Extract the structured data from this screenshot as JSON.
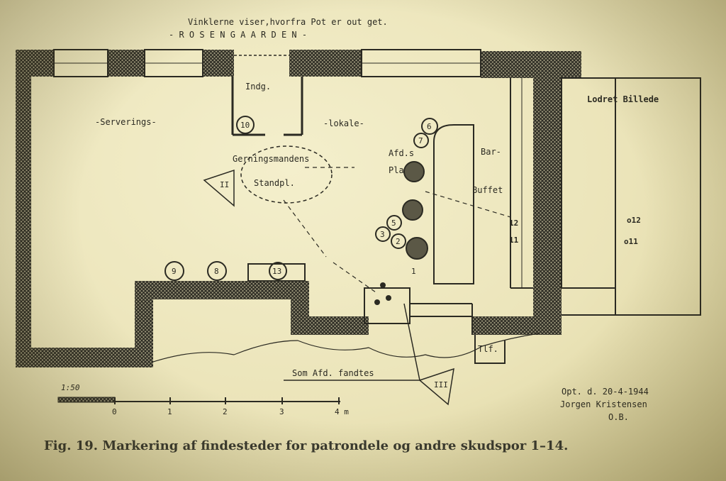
{
  "header": {
    "line1": "Vinklerne viser,hvorfra Pot  er out get.",
    "line2": "- R O S E N G A A R D E N -"
  },
  "rooms": {
    "indg": "Indg.",
    "serverings": "-Serverings-",
    "lokale": "-lokale-",
    "gerningsmand": "Gerningsmandens",
    "standpl": "Standpl.",
    "afd": "Afd.s",
    "plads": "Plads",
    "bar": "Bar-",
    "buffet": "Buffet",
    "lodret": "Lodret Billede",
    "tlf": "Tlf.",
    "som_afd": "Som Afd. fandtes"
  },
  "markers": {
    "m1": "1",
    "m2": "2",
    "m3": "3",
    "m5": "5",
    "m6": "6",
    "m7": "7",
    "m8": "8",
    "m9": "9",
    "m10": "10",
    "m11": "11",
    "m12": "12",
    "m13": "13",
    "mII": "II",
    "mIII": "III",
    "o12": "o12",
    "o11": "o11"
  },
  "scale": {
    "ratio": "1:50",
    "ticks": [
      "0",
      "1",
      "2",
      "3",
      "4 m"
    ]
  },
  "signature": {
    "line1": "Opt. d. 20-4-1944",
    "line2": "Jorgen Kristensen",
    "line3": "O.B."
  },
  "caption": "Fig. 19. Markering af findesteder for patrondele og andre skudspor 1–14.",
  "colors": {
    "paper": "#e9e2b6",
    "ink": "#2b2a22"
  }
}
